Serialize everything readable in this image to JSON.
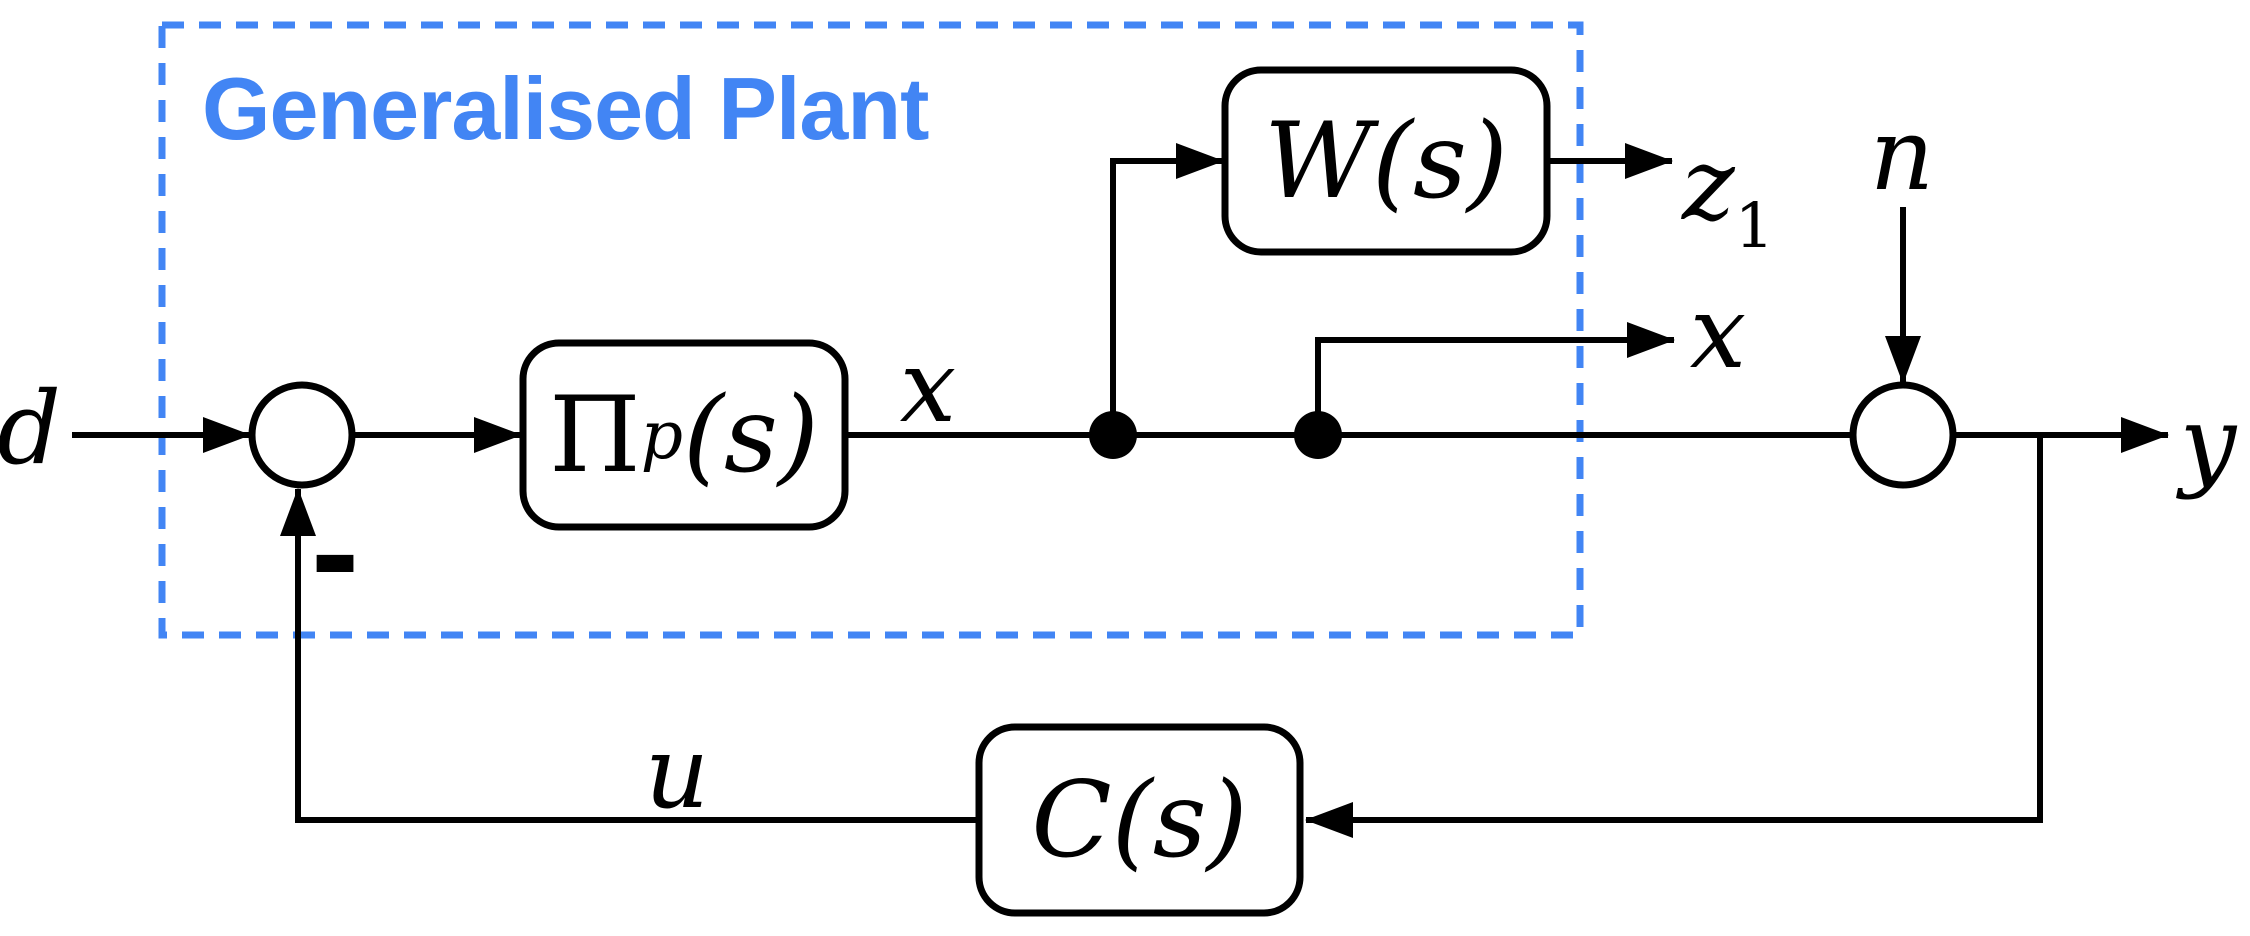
{
  "diagram": {
    "title": "Generalised Plant",
    "colors": {
      "boundary_blue": "#4285F4",
      "title_blue": "#4285F4",
      "wire_black": "#000000"
    },
    "blocks": {
      "plant": {
        "symbol": "Π",
        "subscript": "p",
        "argument": "(s)"
      },
      "weight": {
        "label": "W(s)"
      },
      "controller": {
        "label": "C(s)"
      }
    },
    "signals": {
      "disturbance": "d",
      "state_after_plant": "x",
      "state_output": "x",
      "performance_output_base": "z",
      "performance_output_sub": "1",
      "noise": "n",
      "measured_output": "y",
      "control_input": "u",
      "sum_operator": "-"
    }
  }
}
